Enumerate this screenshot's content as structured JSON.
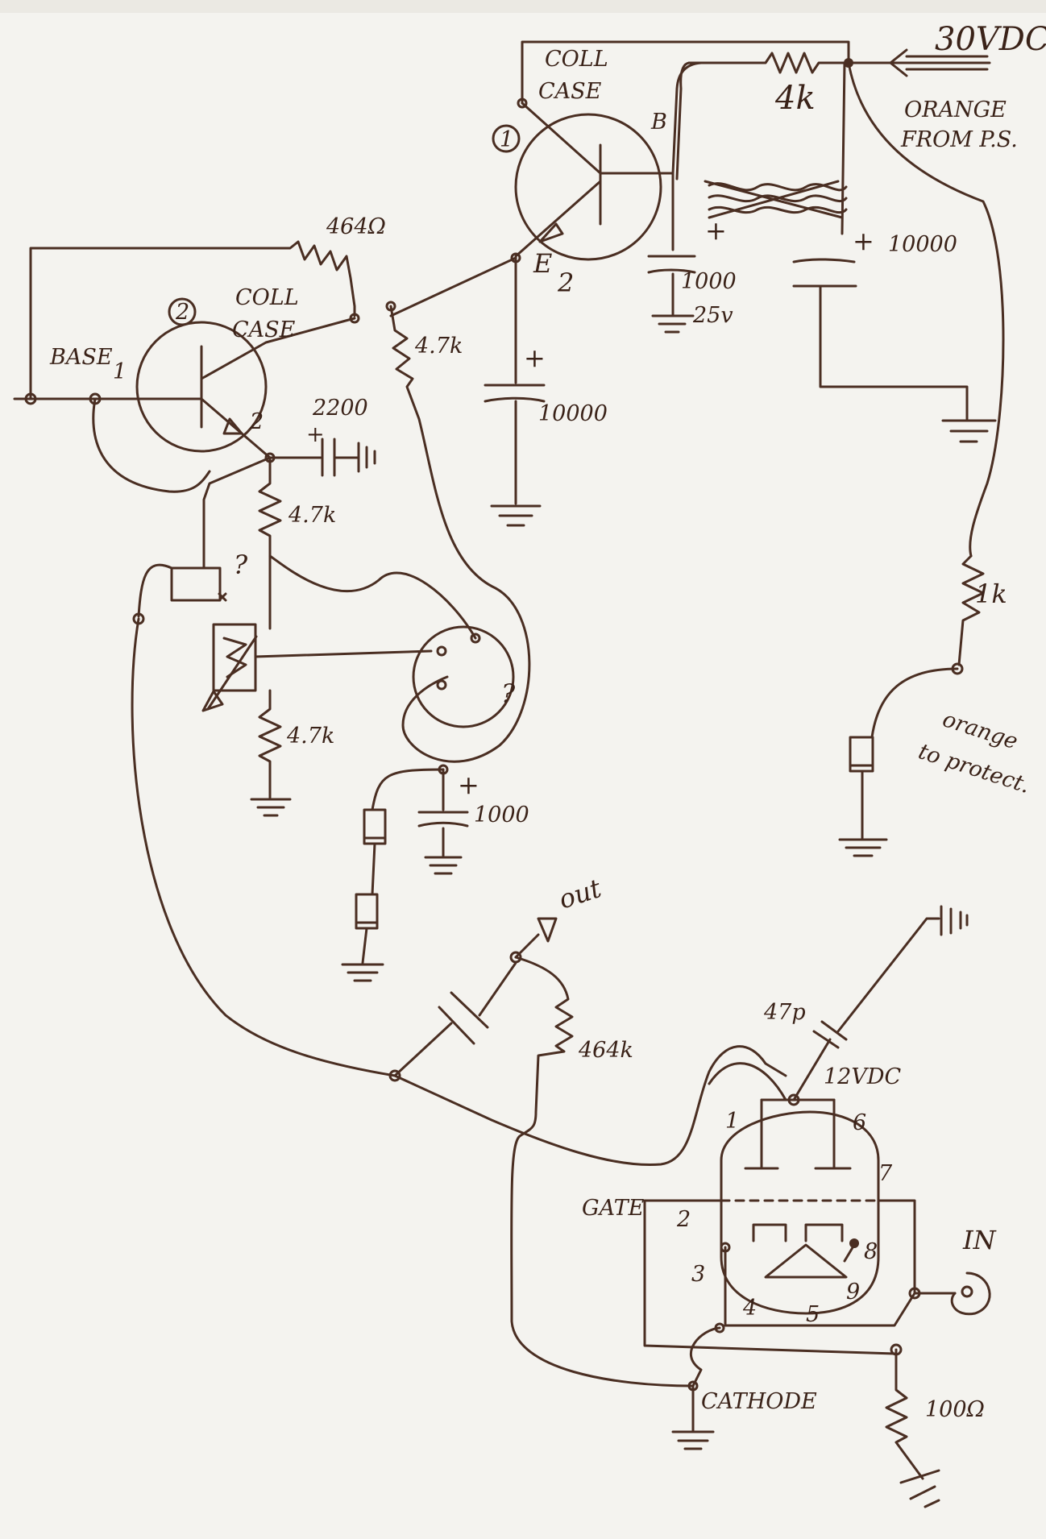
{
  "labels": {
    "supply_voltage": "30VDC",
    "supply_source": "ORANGE",
    "supply_source2": "FROM P.S.",
    "r_4k": "4k",
    "q1_number": "1",
    "q1_coll": "COLL",
    "q1_case": "CASE",
    "q1_base": "B",
    "q1_emitter": "E",
    "q1_emitter_sub": "2",
    "r_464": "464Ω",
    "q2_number": "2",
    "q2_coll": "COLL",
    "q2_case": "CASE",
    "q2_base": "BASE",
    "q2_base_pin": "1",
    "q2_emitter_pin": "2",
    "r_4k7_a": "4.7k",
    "c_2200": "2200",
    "c_10000_a": "10000",
    "c_1000_a": "1000",
    "c_1000_a_volt": "25v",
    "c_10000_b": "10000",
    "r_4k7_b": "4.7k",
    "r_4k7_c": "4.7k",
    "unknown_a": "?",
    "unknown_b": "?",
    "c_1000_b": "1000",
    "r_1k": "1k",
    "protect_1": "orange",
    "protect_2": "to protect.",
    "out": "out",
    "r_464k": "464k",
    "c_47p": "47p",
    "tube_voltage": "12VDC",
    "pin_1": "1",
    "pin_6": "6",
    "pin_7": "7",
    "gate": "GATE",
    "pin_2": "2",
    "pin_3": "3",
    "pin_4": "4",
    "pin_5": "5",
    "pin_8": "8",
    "pin_9": "9",
    "in": "IN",
    "cathode": "CATHODE",
    "r_100": "100Ω",
    "plus": "+"
  }
}
